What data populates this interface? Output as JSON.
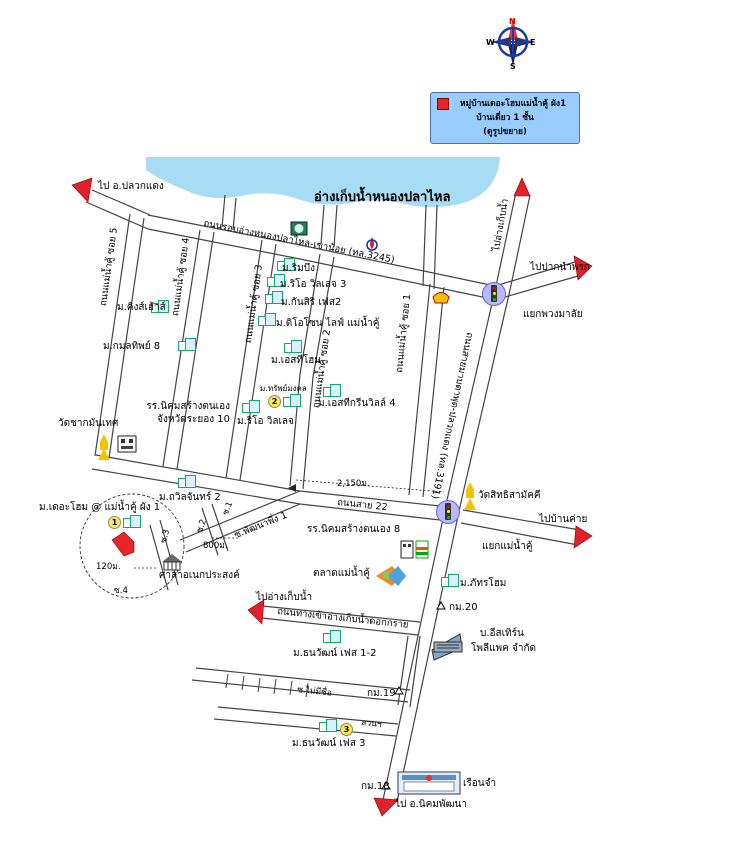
{
  "map": {
    "compass": {
      "n": "N",
      "s": "S",
      "e": "E",
      "w": "W"
    },
    "legend": {
      "line1": "หมู่บ้านเดอะโฮมแม่น้ำคู้ ผัง1",
      "line2": "บ้านเดี่ยว 1 ชั้น",
      "line3": "(ดูรูปขยาย)",
      "swatch_color": "#e8252a"
    },
    "lake": "อ่างเก็บน้ำหนองปลาไหล",
    "roads": {
      "rim": "ถนนรอบอ่างหนองปลาไหล-เขาน้อย (ทล.3245)",
      "main": "ถนนสายมาบตาพุด-ปลวกแดง (ทล.3191)",
      "r22": "ถนนสาย 22",
      "reservoir": "ถนนทางเข้าอ่างเก็บน้ำดอกกราย",
      "soi5": "ถนนแม่น้ำคู้ ซอย 5",
      "soi4": "ถนนแม่น้ำคู้ ซอย 4",
      "soi3": "ถนนแม่น้ำคู้ ซอย 3",
      "soi2": "ถนนแม่น้ำคู้ ซอย 2",
      "soi1": "ถนนแม่น้ำคู้ ซอย 1",
      "phatthana1": "ซ.พัฒนาพึ่ง 1",
      "s1": "ซ.1",
      "s2": "ซ.2",
      "s3": "ซ.3",
      "s4": "ซ.4",
      "mailuesue": "ซ.ไม่มีชื่อ",
      "suan": "สวนฯ"
    },
    "directions": {
      "plaukdaeng": "ไป อ.ปลวกแดง",
      "reservoir_top": "ไปอ่างเก็บน้ำ",
      "paknam": "ไปปากนำพรก",
      "bankhai": "ไปบ้านค่าย",
      "reservoir_left": "ไปอ่างเก็บน้ำ",
      "nikhom": "ไป อ.นิคมพัฒนา"
    },
    "junctions": {
      "phuang": "แยกพวงมาลัย",
      "maenamkhu": "แยกแม่น้ำคู้"
    },
    "distances": {
      "d2150": "2,150ม.",
      "d800": "800ม.",
      "d120": "120ม."
    },
    "km": {
      "k20": "กม.20",
      "k19": "กม.19",
      "k18": "กม.18"
    },
    "places": {
      "rimbueng": "ม.ริมบึง",
      "riovillage3": "ม.ริโอ วิลเลจ 3",
      "kunsiri": "ม.กันสิริ เฟส2",
      "dioshone": "ม.ดิโอโซน ไลฟ์ แม่น้ำคู้",
      "kingsuk": "ม.คิงส์เฮ้าส์",
      "kamonthip": "ม.กมลทิพย์ 8",
      "esthome": "ม.เอสทีโฮม",
      "sabai": "ม.ทรัพย์มงคล",
      "rio_village": "ม.ริโอ วิลเลจ",
      "estgreen": "ม.เอสทีกรีนวิลล์ 4",
      "school10": "รร.นิคมสร้างตนเอง จังหวัดระยอง 10",
      "wat_sam": "วัดชากมันเทศ",
      "kavil": "ม.ถวิลจันทร์ 2",
      "thehome": "ม.เดอะโฮม @ แม่น้ำคู้ ผัง 1",
      "sala": "ศาลาอเนกประสงค์",
      "watsit": "วัดสิทธิสามัคคี",
      "school8": "รร.นิคมสร้างตนเอง 8",
      "market": "ตลาดแม่น้ำคู้",
      "phatthrahome": "ม.ภัทรโฮม",
      "eastern": "บ.อีสเทิร์น",
      "poly": "โพลีแพค จำกัด",
      "tanawat12": "ม.ธนวัฒน์ เฟส 1-2",
      "tanawat3": "ม.ธนวัฒน์ เฟส 3",
      "prison": "เรือนจำ"
    },
    "markers": {
      "m1": "1",
      "m2": "2",
      "m3": "3"
    }
  }
}
